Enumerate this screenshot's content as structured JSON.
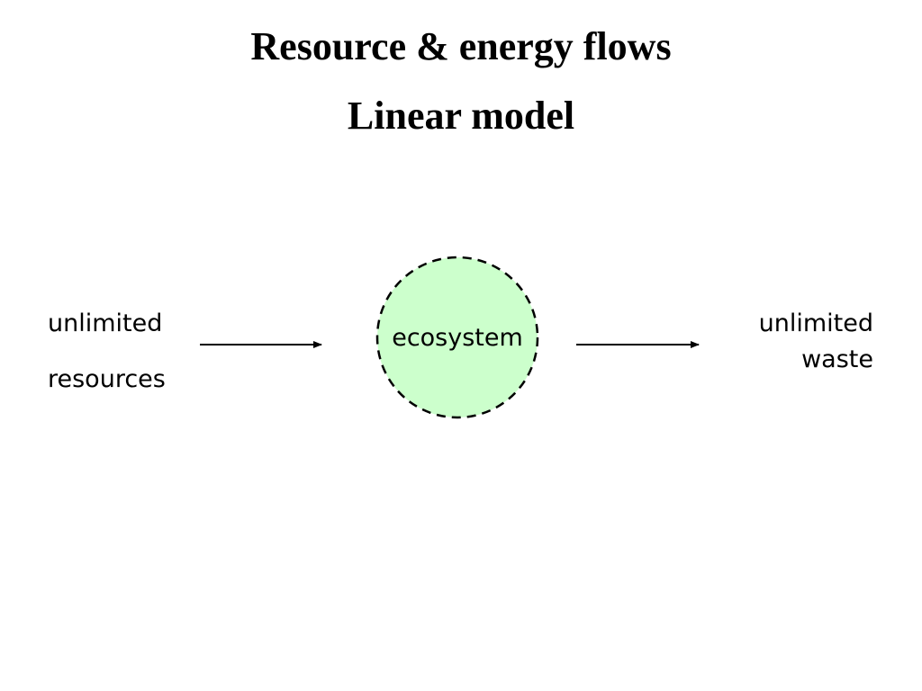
{
  "slide": {
    "title": "Resource & energy flows",
    "subtitle": "Linear model"
  },
  "diagram": {
    "input_label_line1": "unlimited",
    "input_label_line2": "resources",
    "center_label": "ecosystem",
    "output_label_line1": "unlimited",
    "output_label_line2": "waste",
    "colors": {
      "node_fill": "#ccffcc",
      "node_stroke": "#000000",
      "arrow": "#000000"
    }
  }
}
